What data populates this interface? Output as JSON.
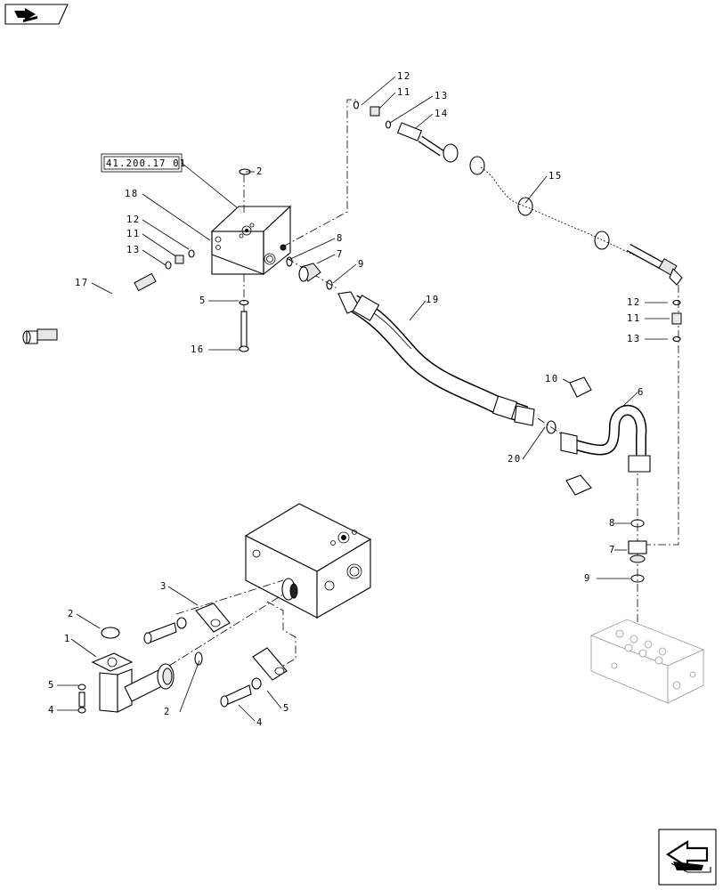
{
  "reference_box": {
    "text": "41.200.17 01"
  },
  "callouts": [
    {
      "id": "c2a",
      "text": "2"
    },
    {
      "id": "c18",
      "text": "18"
    },
    {
      "id": "c12a",
      "text": "12"
    },
    {
      "id": "c11a",
      "text": "11"
    },
    {
      "id": "c13a",
      "text": "13"
    },
    {
      "id": "c17",
      "text": "17"
    },
    {
      "id": "c5a",
      "text": "5"
    },
    {
      "id": "c16",
      "text": "16"
    },
    {
      "id": "c8a",
      "text": "8"
    },
    {
      "id": "c7a",
      "text": "7"
    },
    {
      "id": "c9a",
      "text": "9"
    },
    {
      "id": "c19",
      "text": "19"
    },
    {
      "id": "c12b",
      "text": "12"
    },
    {
      "id": "c11b",
      "text": "11"
    },
    {
      "id": "c13b",
      "text": "13"
    },
    {
      "id": "c14",
      "text": "14"
    },
    {
      "id": "c15",
      "text": "15"
    },
    {
      "id": "c12c",
      "text": "12"
    },
    {
      "id": "c11c",
      "text": "11"
    },
    {
      "id": "c13c",
      "text": "13"
    },
    {
      "id": "c10",
      "text": "10"
    },
    {
      "id": "c6",
      "text": "6"
    },
    {
      "id": "c20",
      "text": "20"
    },
    {
      "id": "c8b",
      "text": "8"
    },
    {
      "id": "c7b",
      "text": "7"
    },
    {
      "id": "c9b",
      "text": "9"
    },
    {
      "id": "c3",
      "text": "3"
    },
    {
      "id": "c2b",
      "text": "2"
    },
    {
      "id": "c1",
      "text": "1"
    },
    {
      "id": "c5b",
      "text": "5"
    },
    {
      "id": "c4a",
      "text": "4"
    },
    {
      "id": "c2c",
      "text": "2"
    },
    {
      "id": "c4b",
      "text": "4"
    },
    {
      "id": "c5c",
      "text": "5"
    }
  ],
  "icons": {
    "top_left": "book-arrow-icon",
    "bottom_right": "next-page-arrow-icon"
  }
}
